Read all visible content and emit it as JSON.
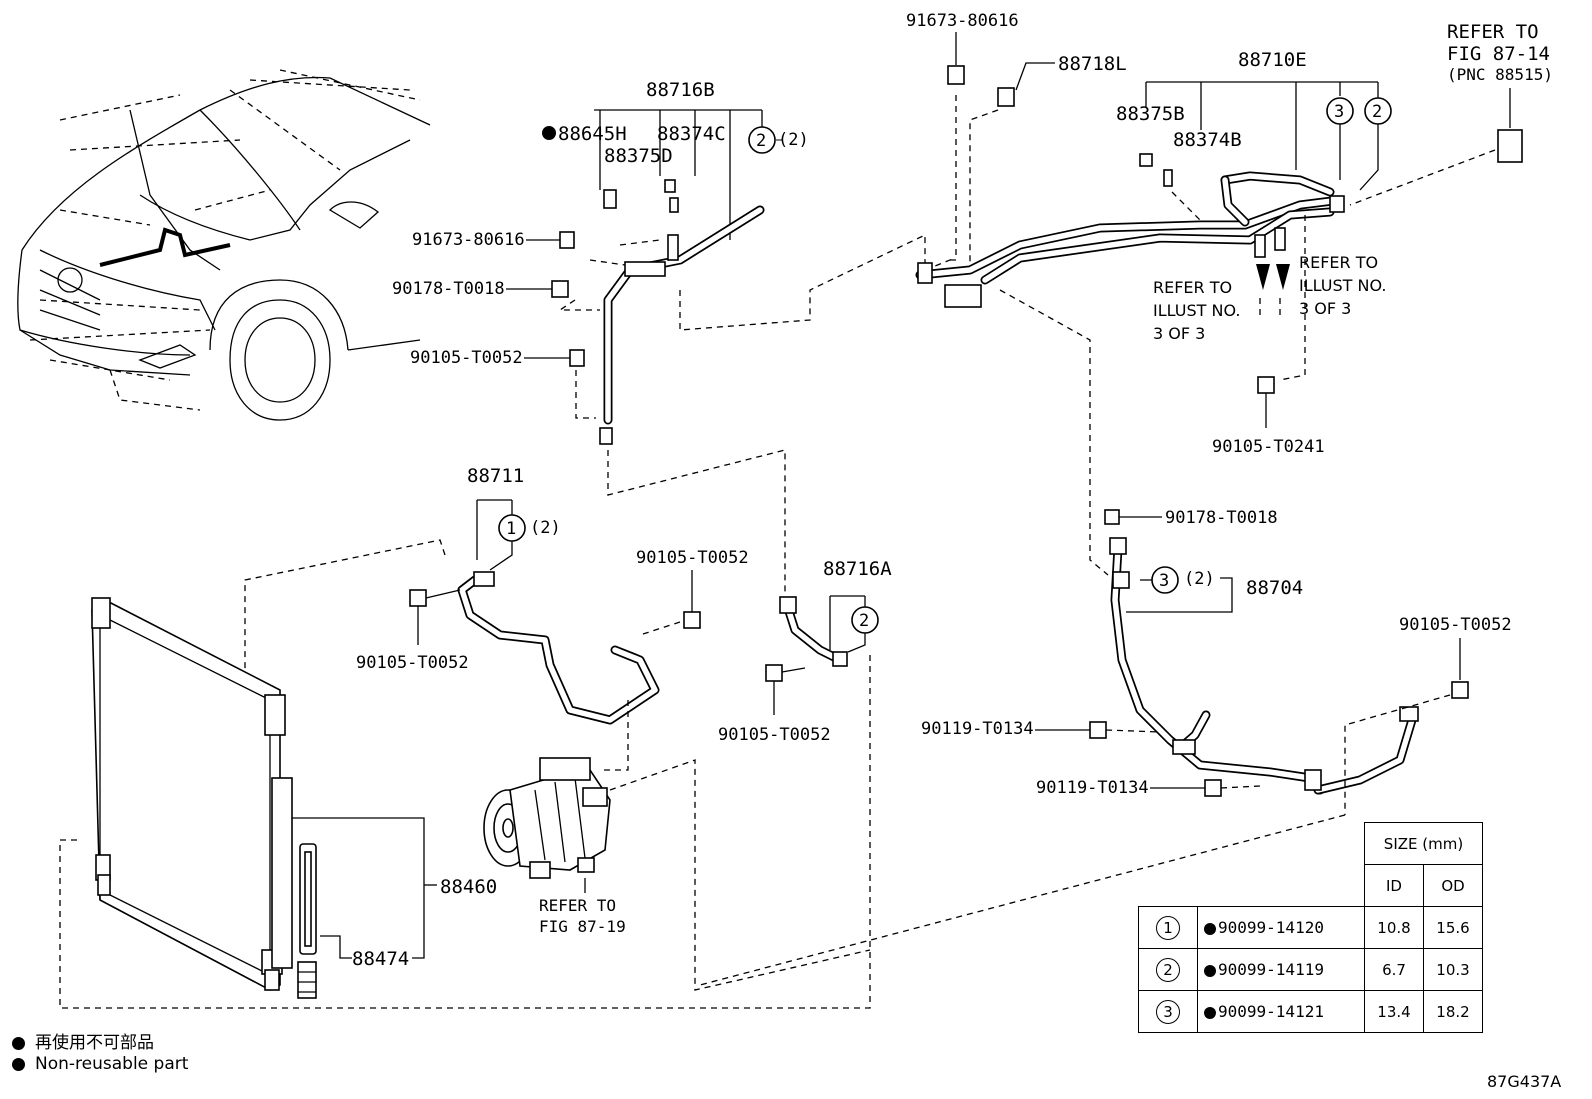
{
  "labels": {
    "p_88716B": "88716B",
    "p_88645H": "88645H",
    "p_88374C": "88374C",
    "p_88375D": "88375D",
    "p_91673_a": "91673-80616",
    "p_90178_a": "90178-T0018",
    "p_90105_a": "90105-T0052",
    "p_91673_b": "91673-80616",
    "p_88718L": "88718L",
    "p_88710E": "88710E",
    "p_88375B": "88375B",
    "p_88374B": "88374B",
    "p_90105_T0241": "90105-T0241",
    "p_88711": "88711",
    "p_90105_b": "90105-T0052",
    "p_90105_c": "90105-T0052",
    "p_88716A": "88716A",
    "p_90105_d": "90105-T0052",
    "p_90178_b": "90178-T0018",
    "p_88704": "88704",
    "p_90105_e": "90105-T0052",
    "p_90119_a": "90119-T0134",
    "p_90119_b": "90119-T0134",
    "p_88460": "88460",
    "p_88474": "88474",
    "qty_2": "(2)"
  },
  "circles": {
    "c1": "1",
    "c2": "2",
    "c3": "3"
  },
  "refs": {
    "refer_to": "REFER TO",
    "fig_87_14": "FIG 87-14",
    "pnc_88515": "(PNC 88515)",
    "illust_no": "ILLUST NO.",
    "three_of_three": "3 OF 3",
    "fig_87_19": "FIG 87-19"
  },
  "size_table": {
    "header": "SIZE (mm)",
    "col_id": "ID",
    "col_od": "OD",
    "rows": [
      {
        "circle": "1",
        "part": "90099-14120",
        "id": "10.8",
        "od": "15.6"
      },
      {
        "circle": "2",
        "part": "90099-14119",
        "id": "6.7",
        "od": "10.3"
      },
      {
        "circle": "3",
        "part": "90099-14121",
        "id": "13.4",
        "od": "18.2"
      }
    ]
  },
  "legend": {
    "line1": "再使用不可部品",
    "line2": "Non-reusable part"
  },
  "figure_code": "87G437A"
}
